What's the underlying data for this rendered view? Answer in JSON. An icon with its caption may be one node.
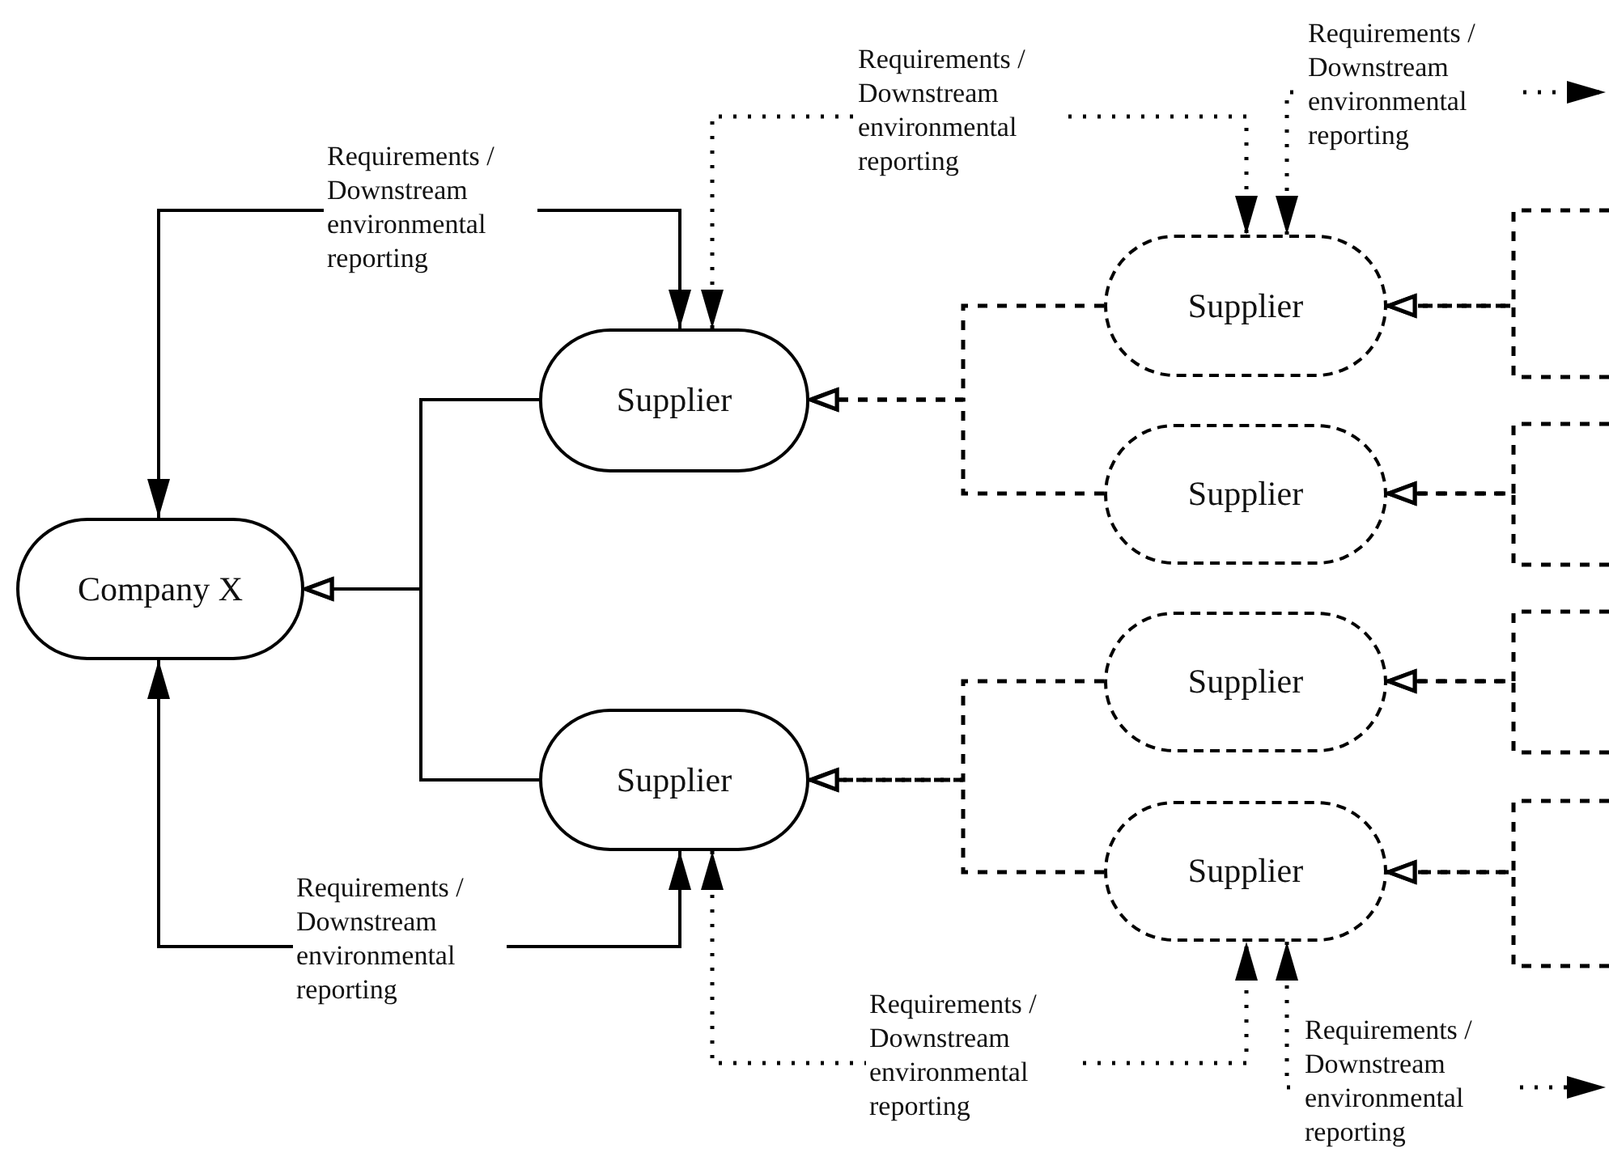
{
  "diagram": {
    "nodes": [
      {
        "text": [
          "Company X"
        ]
      },
      {
        "text": [
          "Supplier"
        ]
      },
      {
        "text": [
          "Supplier"
        ]
      },
      {
        "text": [
          "Supplier"
        ]
      },
      {
        "text": [
          "Supplier"
        ]
      },
      {
        "text": [
          "Supplier"
        ]
      },
      {
        "text": [
          "Supplier"
        ]
      }
    ],
    "edges": [
      {
        "from": 0,
        "to": 1,
        "arrow": "both",
        "label": "Requirements / Downstream environmental reporting"
      },
      {
        "from": 1,
        "to": 3,
        "arrow": "both",
        "style": "dashed",
        "label": "Requirements / Downstream environmental reporting"
      },
      {
        "from": 3,
        "to": null,
        "arrow": "both",
        "style": "dashed",
        "label": "Requirements / Downstream environmental reporting"
      },
      {
        "from": 1,
        "to": 0,
        "arrow": "to"
      },
      {
        "from": 2,
        "to": 0,
        "arrow": "to"
      },
      {
        "from": 3,
        "to": 1,
        "arrow": "to",
        "style": "dashed"
      },
      {
        "from": 4,
        "to": 1,
        "arrow": "to",
        "style": "dashed"
      },
      {
        "from": null,
        "to": 3,
        "arrow": "to",
        "style": "dashed"
      },
      {
        "from": null,
        "to": 3,
        "arrow": "to",
        "style": "dashed"
      },
      {
        "from": null,
        "to": 4,
        "arrow": "to",
        "style": "dashed"
      },
      {
        "from": null,
        "to": 4,
        "arrow": "to",
        "style": "dashed"
      },
      {
        "from": null,
        "to": 5,
        "arrow": "to",
        "style": "dashed"
      },
      {
        "from": null,
        "to": 5,
        "arrow": "to",
        "style": "dashed"
      },
      {
        "from": null,
        "to": 6,
        "arrow": "to",
        "style": "dashed"
      },
      {
        "from": null,
        "to": 6,
        "arrow": "to",
        "style": "dashed"
      },
      {
        "from": 5,
        "to": 2,
        "arrow": "to",
        "style": "dashed"
      },
      {
        "from": 6,
        "to": 2,
        "arrow": "to",
        "style": "dashed"
      },
      {
        "from": 0,
        "to": 2,
        "arrow": "both",
        "label": "Requirements / Downstream environmental reporting"
      },
      {
        "from": 2,
        "to": 6,
        "arrow": "both",
        "style": "dashed",
        "label": "Requirements / Downstream environmental reporting"
      },
      {
        "from": 6,
        "to": null,
        "arrow": "both",
        "style": "dashed",
        "label": "Requirements / Downstream environmental reporting"
      }
    ]
  }
}
